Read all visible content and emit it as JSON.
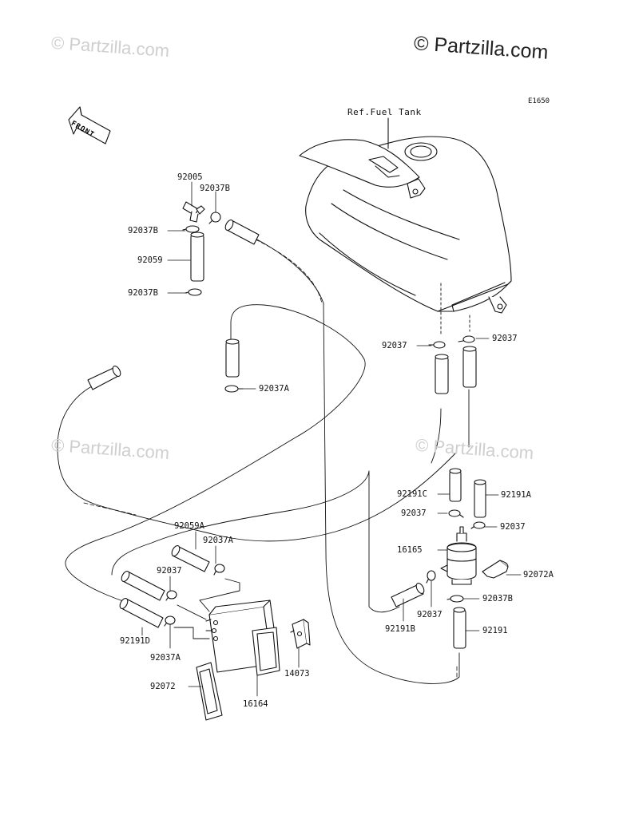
{
  "brand": {
    "watermark": "© Partzilla.com",
    "logo": "© Partzilla.com"
  },
  "diagram_code": "E1650",
  "ref_label": "Ref.Fuel Tank",
  "front_label": "FRONT",
  "parts": [
    {
      "id": "p92005",
      "label": "92005"
    },
    {
      "id": "p92037B_a",
      "label": "92037B"
    },
    {
      "id": "p92037B_b",
      "label": "92037B"
    },
    {
      "id": "p92059",
      "label": "92059"
    },
    {
      "id": "p92037B_c",
      "label": "92037B"
    },
    {
      "id": "p92037A_a",
      "label": "92037A"
    },
    {
      "id": "p92037_a",
      "label": "92037"
    },
    {
      "id": "p92037_b",
      "label": "92037"
    },
    {
      "id": "p92191C",
      "label": "92191C"
    },
    {
      "id": "p92191A",
      "label": "92191A"
    },
    {
      "id": "p92037_c",
      "label": "92037"
    },
    {
      "id": "p92037_d",
      "label": "92037"
    },
    {
      "id": "p16165",
      "label": "16165"
    },
    {
      "id": "p92072A",
      "label": "92072A"
    },
    {
      "id": "p92037B_d",
      "label": "92037B"
    },
    {
      "id": "p92037_e",
      "label": "92037"
    },
    {
      "id": "p92191B",
      "label": "92191B"
    },
    {
      "id": "p92191",
      "label": "92191"
    },
    {
      "id": "p92059A",
      "label": "92059A"
    },
    {
      "id": "p92037A_b",
      "label": "92037A"
    },
    {
      "id": "p92037_f",
      "label": "92037"
    },
    {
      "id": "p92191D",
      "label": "92191D"
    },
    {
      "id": "p92037A_c",
      "label": "92037A"
    },
    {
      "id": "p14073",
      "label": "14073"
    },
    {
      "id": "p92072",
      "label": "92072"
    },
    {
      "id": "p16164",
      "label": "16164"
    }
  ]
}
